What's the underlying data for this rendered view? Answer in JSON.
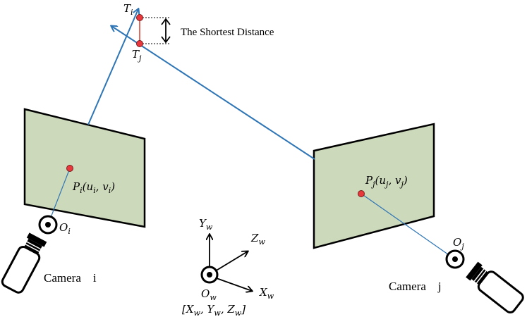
{
  "colors": {
    "plane_fill": "#cdd9bb",
    "ray": "#2e75b6",
    "point_fill": "#e8383d",
    "point_stroke": "#7a1d1d",
    "distance_line": "#d33a2c",
    "stroke": "#000000"
  },
  "labels": {
    "shortest_distance": "The Shortest Distance",
    "Ti": {
      "base": "T",
      "sub": "i"
    },
    "Tj": {
      "base": "T",
      "sub": "j"
    },
    "Pi": {
      "base": "P",
      "sub": "i",
      "args": "(u",
      "arg1_sub": "i",
      "sep": ", v",
      "arg2_sub": "i",
      "close": ")"
    },
    "Pj": {
      "base": "P",
      "sub": "j",
      "args": "(u",
      "arg1_sub": "j",
      "sep": ", v",
      "arg2_sub": "j",
      "close": ")"
    },
    "Oi": {
      "base": "O",
      "sub": "i"
    },
    "Oj": {
      "base": "O",
      "sub": "j"
    },
    "Ow": {
      "base": "O",
      "sub": "w"
    },
    "Xw": {
      "base": "X",
      "sub": "w"
    },
    "Yw": {
      "base": "Y",
      "sub": "w"
    },
    "Zw": {
      "base": "Z",
      "sub": "w"
    },
    "world_coords": {
      "open": "[X",
      "s1": "w",
      "m1": ", Y",
      "s2": "w",
      "m2": ", Z",
      "s3": "w",
      "close": "]"
    },
    "camera_i": "Camera    i",
    "camera_j": "Camera    j"
  },
  "icons": [
    "camera-i-icon",
    "camera-j-icon",
    "world-origin-icon"
  ]
}
